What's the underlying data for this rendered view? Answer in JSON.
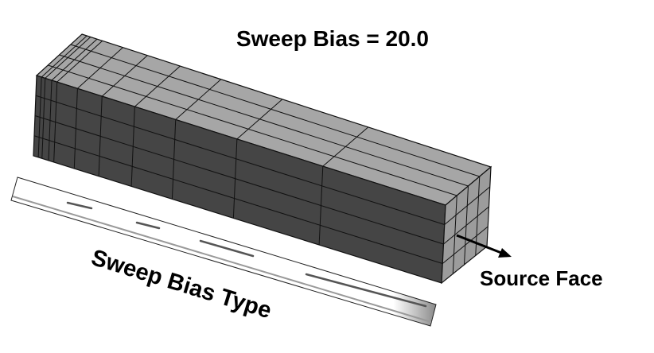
{
  "title": "Sweep Bias = 20.0",
  "bias_type_label": "Sweep Bias Type",
  "source_face_label": "Source Face",
  "colors": {
    "front_face": "#454545",
    "top_face": "#a6a6a6",
    "end_face": "#9c9c9c",
    "edge": "#111111"
  }
}
